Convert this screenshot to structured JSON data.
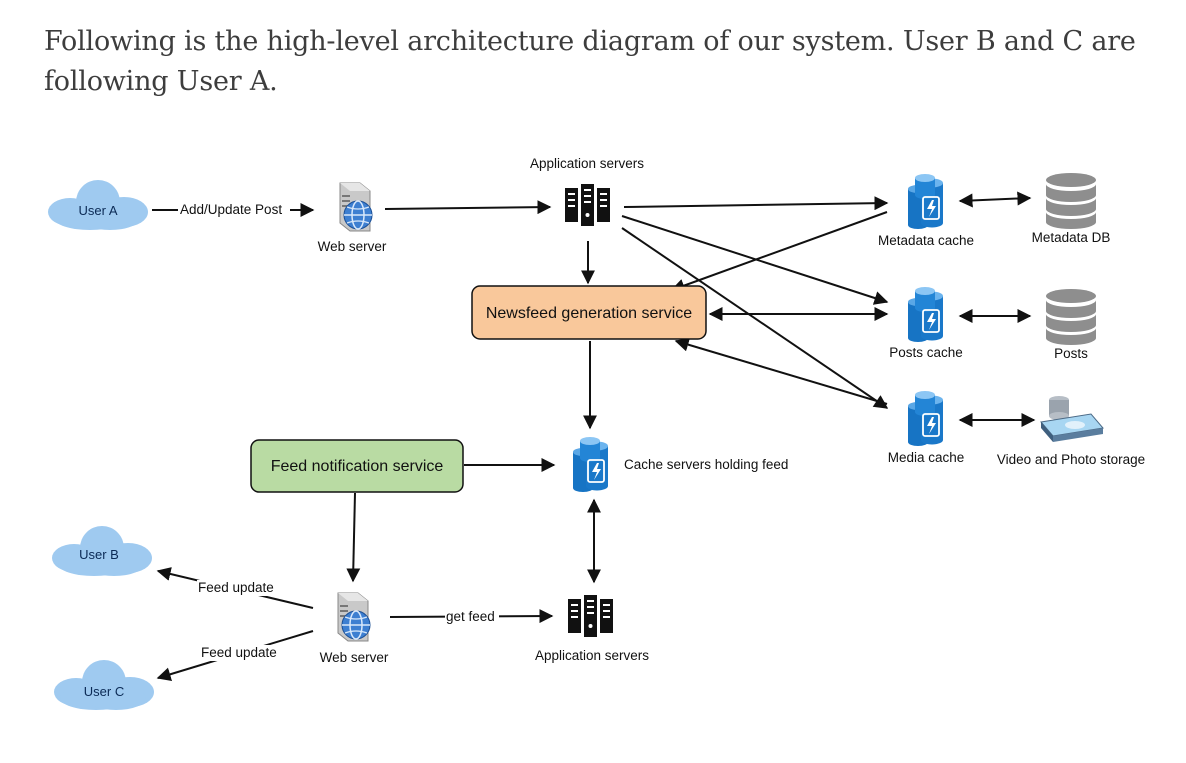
{
  "intro_text": "Following is the high-level architecture diagram of our system. User B and C are following User A.",
  "users": {
    "a": "User A",
    "b": "User B",
    "c": "User C"
  },
  "edge_labels": {
    "add_update_post": "Add/Update Post",
    "feed_update_b": "Feed update",
    "feed_update_c": "Feed update",
    "get_feed": "get feed"
  },
  "nodes": {
    "web_server_top": "Web server",
    "app_servers_top": "Application servers",
    "newsfeed_service": "Newsfeed generation service",
    "feed_notification_service": "Feed notification service",
    "feed_cache": "Cache servers holding feed",
    "web_server_bottom": "Web server",
    "app_servers_bottom": "Application servers",
    "metadata_cache": "Metadata cache",
    "posts_cache": "Posts cache",
    "media_cache": "Media cache",
    "metadata_db": "Metadata DB",
    "posts_db": "Posts",
    "media_storage": "Video and Photo storage"
  },
  "colors": {
    "newsfeed_fill": "#f9c89b",
    "notification_fill": "#b9dba3",
    "cloud_fill": "#9fcaf0",
    "cache_blue": "#1774c4",
    "db_gray": "#8e8e8e"
  },
  "icons": {
    "user": "cloud-icon",
    "web_server": "web-server-icon",
    "app_server": "server-rack-icon",
    "cache": "cache-cylinder-icon",
    "database": "database-icon",
    "storage": "storage-icon"
  }
}
